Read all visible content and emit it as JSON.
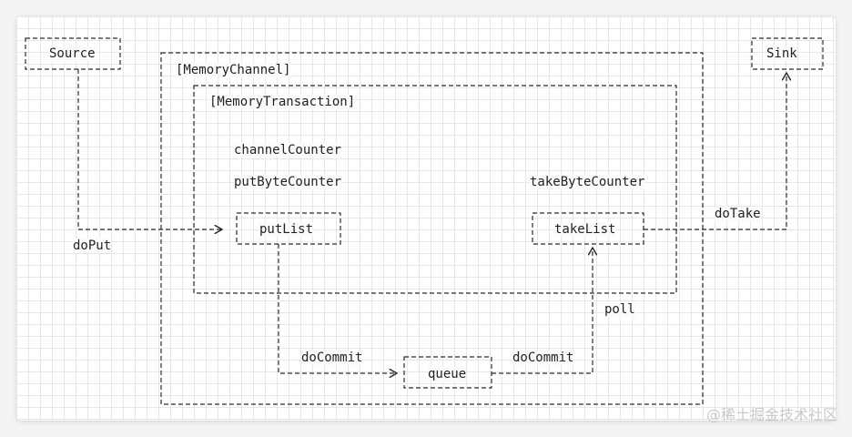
{
  "labels": {
    "source": "Source",
    "sink": "Sink",
    "memory_channel": "[MemoryChannel]",
    "memory_transaction": "[MemoryTransaction]",
    "channel_counter": "channelCounter",
    "put_byte_counter": "putByteCounter",
    "take_byte_counter": "takeByteCounter",
    "put_list": "putList",
    "take_list": "takeList",
    "queue": "queue",
    "do_put": "doPut",
    "do_take": "doTake",
    "do_commit_left": "doCommit",
    "do_commit_right": "doCommit",
    "poll": "poll"
  },
  "watermark": "@稀土掘金技术社区",
  "colors": {
    "line": "#2b2b2b",
    "grid": "#e7e7e7",
    "text": "#222222"
  }
}
